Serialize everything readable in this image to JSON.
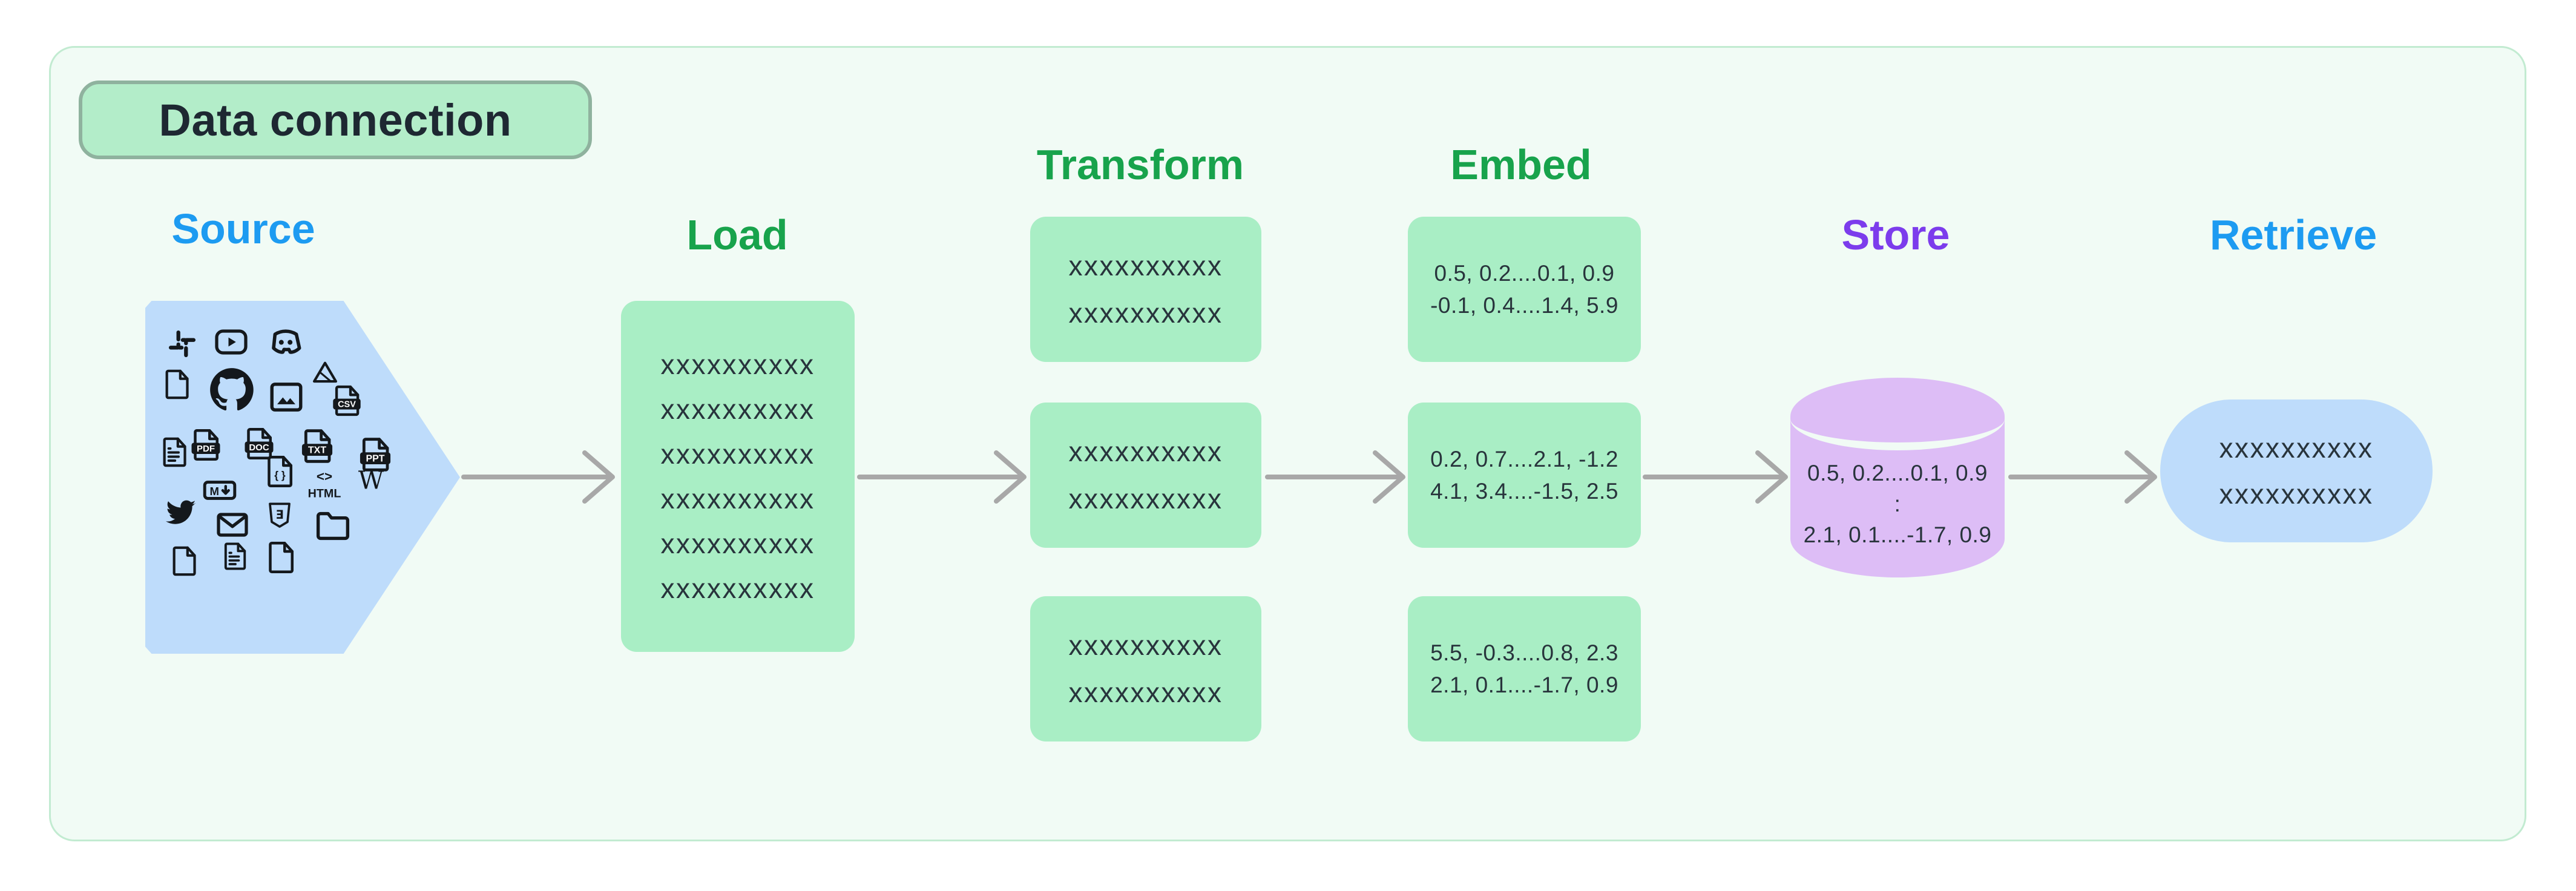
{
  "title_badge": {
    "label": "Data connection"
  },
  "stages": {
    "source": {
      "label": "Source",
      "color": "#1d9bf1"
    },
    "load": {
      "label": "Load",
      "color": "#18a34c"
    },
    "transform": {
      "label": "Transform",
      "color": "#18a34c"
    },
    "embed": {
      "label": "Embed",
      "color": "#18a34c"
    },
    "store": {
      "label": "Store",
      "color": "#7c3cec"
    },
    "retrieve": {
      "label": "Retrieve",
      "color": "#1d9bf1"
    }
  },
  "source": {
    "icons": [
      "slack",
      "youtube",
      "discord",
      "file",
      "github",
      "image",
      "google-drive",
      "csv-file",
      "file-text",
      "pdf-file",
      "doc-file",
      "txt-file",
      "ppt-file",
      "markdown",
      "json-file",
      "html",
      "wikipedia",
      "twitter",
      "email",
      "css-shield",
      "folder",
      "file",
      "file-text",
      "file"
    ]
  },
  "icon_glyphs": {
    "csv-file": "CSV",
    "pdf-file": "PDF",
    "doc-file": "DOC",
    "txt-file": "TXT",
    "ppt-file": "PPT",
    "markdown": "M",
    "json-file": "{ }",
    "html_mark": "<>",
    "html": "HTML",
    "wikipedia": "W",
    "css-shield": "Ǝ"
  },
  "load_box": {
    "lines": [
      "xxxxxxxxxx",
      "xxxxxxxxxx",
      "xxxxxxxxxx",
      "xxxxxxxxxx",
      "xxxxxxxxxx",
      "xxxxxxxxxx"
    ]
  },
  "transform_boxes": [
    {
      "lines": [
        "xxxxxxxxxx",
        "xxxxxxxxxx"
      ]
    },
    {
      "lines": [
        "xxxxxxxxxx",
        "xxxxxxxxxx"
      ]
    },
    {
      "lines": [
        "xxxxxxxxxx",
        "xxxxxxxxxx"
      ]
    }
  ],
  "embed_boxes": [
    {
      "lines": [
        "0.5, 0.2....0.1, 0.9",
        "-0.1, 0.4....1.4, 5.9"
      ]
    },
    {
      "lines": [
        "0.2, 0.7....2.1, -1.2",
        "4.1, 3.4....-1.5, 2.5"
      ]
    },
    {
      "lines": [
        "5.5, -0.3....0.8, 2.3",
        "2.1, 0.1....-1.7, 0.9"
      ]
    }
  ],
  "store_db": {
    "lines": [
      "0.5, 0.2....0.1, 0.9",
      ":",
      "2.1, 0.1....-1.7, 0.9"
    ]
  },
  "retrieve_box": {
    "lines": [
      "xxxxxxxxxx",
      "xxxxxxxxxx"
    ]
  },
  "colors": {
    "panel_bg": "#f1fbf5",
    "panel_border": "#c2ebd1",
    "badge_bg": "#b3edc9",
    "badge_border": "#8fb29e",
    "green_box": "#a9eec5",
    "blue_shape": "#bedcfb",
    "purple_cylinder": "#ddbdf6",
    "arrow": "#a8a8a8",
    "text_dark": "#28343c"
  }
}
